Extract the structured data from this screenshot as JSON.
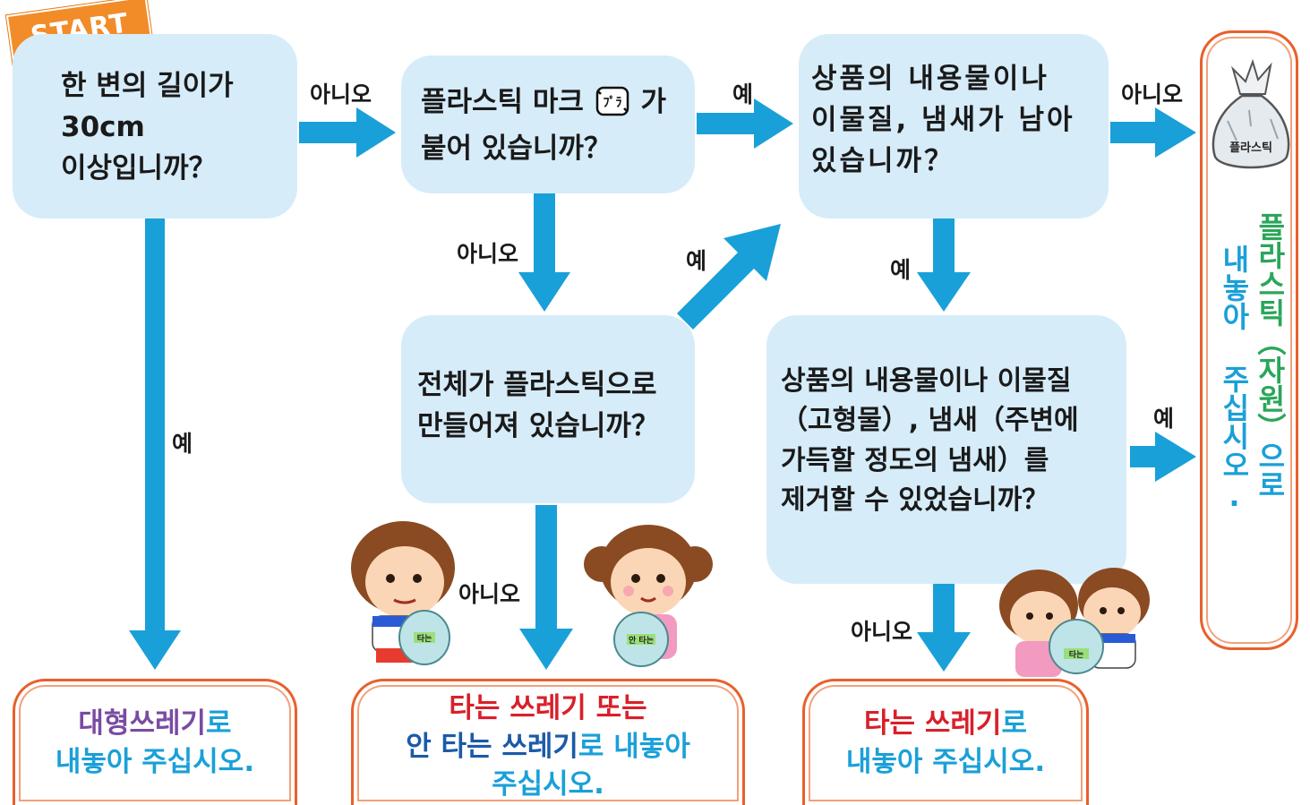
{
  "start_label": "START",
  "questions": {
    "q1": "한 변의 길이가\n30cm\n이상입니까？",
    "q2a": "플라스틱 마크",
    "q2b": "가",
    "q2c": "붙어 있습니까？",
    "q3": "상품의 내용물이나\n이물질, 냄새가 남아\n있습니까？",
    "q4": "전체가 플라스틱으로\n만들어져 있습니까？",
    "q5": "상품의 내용물이나 이물질\n（고형물）, 냄새（주변에\n가득할 정도의 냄새）를\n제거할 수 있었습니까？"
  },
  "mark_text": "ﾌﾟﾗ",
  "labels": {
    "no": "아니오",
    "yes": "예"
  },
  "results": {
    "large": {
      "hl": "대형쓰레기",
      "t1": "로",
      "t2": "내놓아 주십시오."
    },
    "mixed": {
      "hl1": "타는 쓰레기",
      "t1": " 또는",
      "hl2": "안 타는 쓰레기",
      "t2": "로 내놓아",
      "t3": "주십시오."
    },
    "burn": {
      "hl": "타는 쓰레기",
      "t1": "로",
      "t2": "내놓아 주십시오."
    },
    "plastic": {
      "col1": "내놓아 주십시오.",
      "col2a": "플라스틱",
      "col2b": "（자원）",
      "col2c": "으로"
    }
  },
  "bag_labels": {
    "plastic_bag": "플라스틱",
    "boy_bag": "타는",
    "girl_bag": "안 타는",
    "pair_bag": "타는"
  },
  "colors": {
    "arrow": "#1aa0d8",
    "question_box": "#d6ecf9",
    "result_border": "#e8602c",
    "start_badge": "#f28c28",
    "large_waste": "#7a4ba2",
    "burnable": "#d8202a",
    "non_burnable": "#1b5aa8",
    "instruction": "#1aa0d8",
    "plastic": "#2aa65a"
  }
}
